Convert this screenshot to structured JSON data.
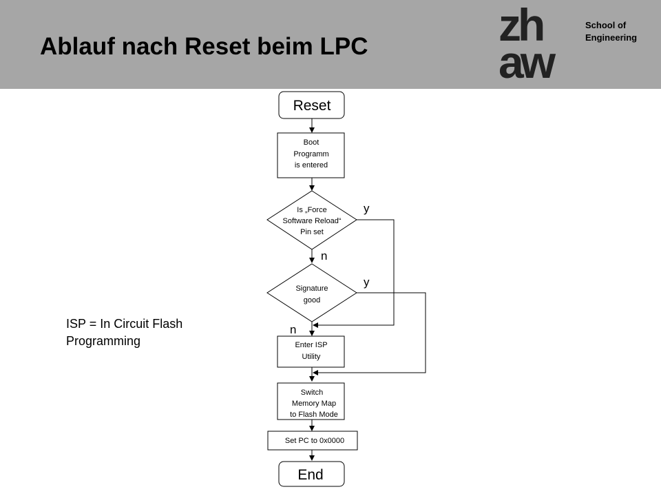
{
  "header": {
    "title": "Ablauf nach Reset beim LPC",
    "logo_top": "zh",
    "logo_bottom": "aw",
    "school_line1": "School of",
    "school_line2": "Engineering"
  },
  "note": {
    "line1": "ISP = In Circuit Flash",
    "line2": "Programming"
  },
  "flow": {
    "reset": "Reset",
    "boot": [
      "Boot",
      "Programm",
      "is entered"
    ],
    "force": [
      "Is „Force",
      "Software Reload“",
      "Pin set"
    ],
    "signature": [
      "Signature",
      "good"
    ],
    "isp": [
      "Enter ISP",
      "Utility"
    ],
    "switch": [
      "Switch",
      "Memory Map",
      "to Flash Mode"
    ],
    "setpc": "Set PC to 0x0000",
    "end": "End",
    "force_yes": "y",
    "force_no": "n",
    "sig_yes": "y",
    "sig_no": "n"
  },
  "colors": {
    "header_bg": "#a6a6a6",
    "logo": "#222222"
  }
}
